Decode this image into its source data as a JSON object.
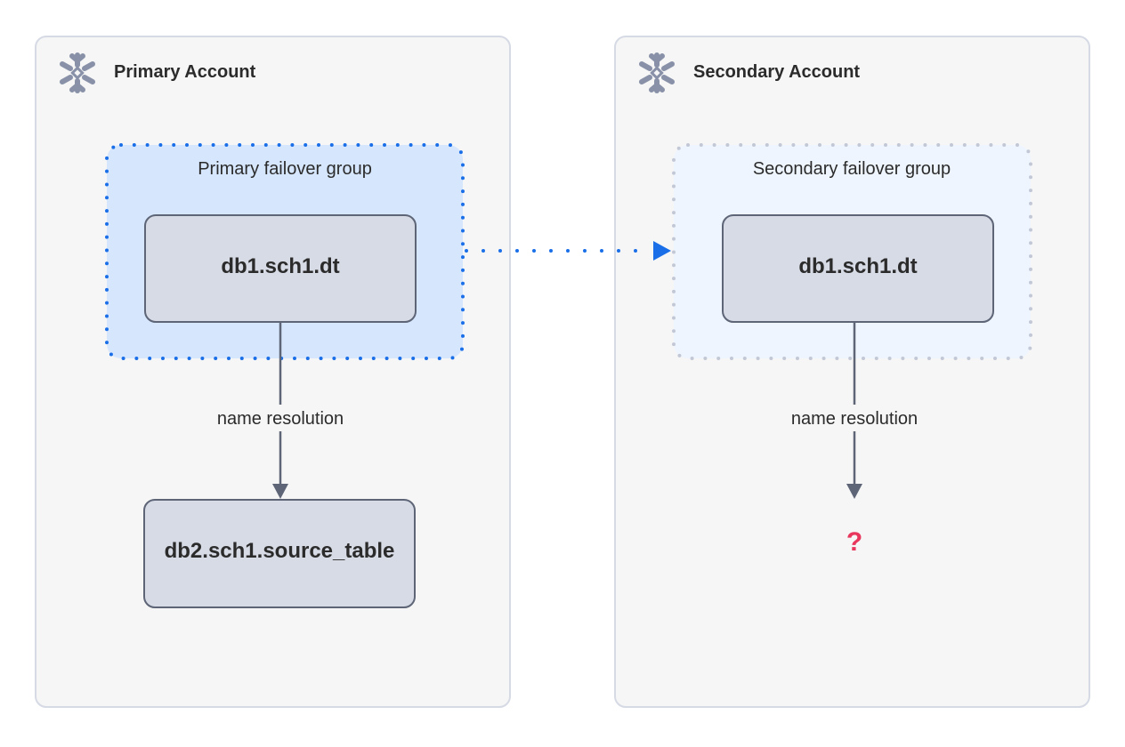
{
  "primary": {
    "title": "Primary Account",
    "group_label": "Primary failover group",
    "table": "db1.sch1.dt",
    "edge_label": "name resolution",
    "source": "db2.sch1.source_table"
  },
  "secondary": {
    "title": "Secondary Account",
    "group_label": "Secondary failover group",
    "table": "db1.sch1.dt",
    "edge_label": "name resolution",
    "unknown": "?"
  },
  "colors": {
    "replication_arrow": "#1a6fe8",
    "primary_group_fill": "#d6e6fd",
    "secondary_group_fill": "#eef5fe",
    "unknown_mark": "#e8365d"
  },
  "icons": [
    "snowflake-icon"
  ]
}
